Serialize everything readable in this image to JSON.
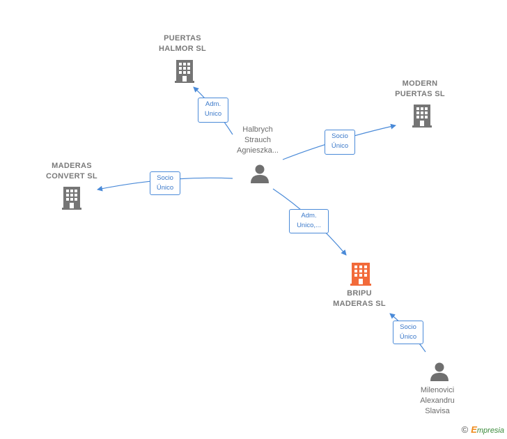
{
  "colors": {
    "edge": "#4a8ad8",
    "company": "#757575",
    "focus_company": "#f26a3a",
    "person": "#6f6f6f"
  },
  "nodes": {
    "puertas_halmor": {
      "label": "PUERTAS\nHALMOR SL",
      "icon": "building-icon"
    },
    "modern_puertas": {
      "label": "MODERN\nPUERTAS SL",
      "icon": "building-icon"
    },
    "maderas_convert": {
      "label": "MADERAS\nCONVERT  SL",
      "icon": "building-icon"
    },
    "bripu_maderas": {
      "label": "BRIPU\nMADERAS  SL",
      "icon": "building-icon"
    },
    "halbrych": {
      "label": "Halbrych\nStrauch\nAgnieszka...",
      "icon": "person-icon"
    },
    "milenovici": {
      "label": "Milenovici\nAlexandru\nSlavisa",
      "icon": "person-icon"
    }
  },
  "edges": {
    "to_puertas_halmor": "Adm.\nUnico",
    "to_modern_puertas": "Socio\nÚnico",
    "to_maderas_convert": "Socio\nÚnico",
    "to_bripu_from_halbrych": "Adm.\nUnico,...",
    "to_bripu_from_milenovici": "Socio\nÚnico"
  },
  "footer": {
    "copyright": "©",
    "brand_first": "E",
    "brand_rest": "mpresia"
  }
}
